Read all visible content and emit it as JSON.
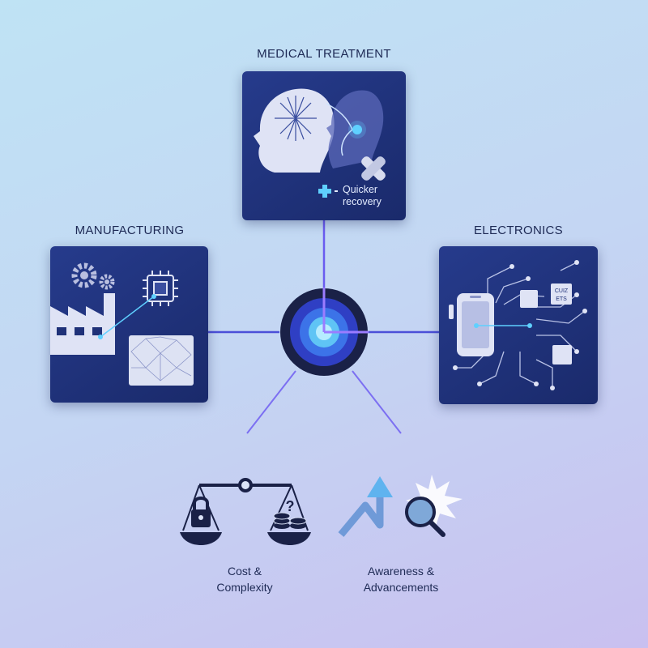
{
  "center": {
    "name": "hub"
  },
  "medical": {
    "title": "MEDICAL TREATMENT",
    "note_line1": "Quicker",
    "note_line2": "recovery"
  },
  "manufacturing": {
    "title": "MANUFACTURING"
  },
  "electronics": {
    "title": "ELECTRONICS",
    "chip_text_1": "CUIZ",
    "chip_text_2": "ETS"
  },
  "bottom_left": {
    "line1": "Cost &",
    "line2": "Complexity"
  },
  "bottom_right": {
    "line1": "Awareness &",
    "line2": "Advancements"
  },
  "colors": {
    "panel": "#1f3178",
    "accent": "#6a5cf0",
    "glow": "#5fd0ff",
    "text": "#1e2a55"
  }
}
